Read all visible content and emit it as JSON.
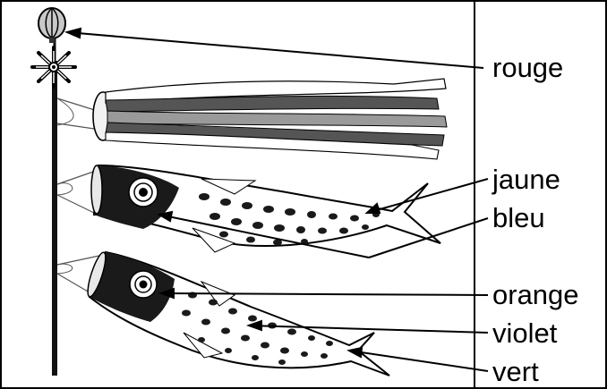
{
  "labels": [
    {
      "id": "rouge",
      "text": "rouge"
    },
    {
      "id": "jaune",
      "text": "jaune"
    },
    {
      "id": "bleu",
      "text": "bleu"
    },
    {
      "id": "orange",
      "text": "orange"
    },
    {
      "id": "violet",
      "text": "violet"
    },
    {
      "id": "vert",
      "text": "vert"
    }
  ],
  "colors": {
    "ink": "#000000",
    "fill_dark": "#555555",
    "fill_mid": "#9a9a9a",
    "fill_light": "#d0d0d0"
  }
}
